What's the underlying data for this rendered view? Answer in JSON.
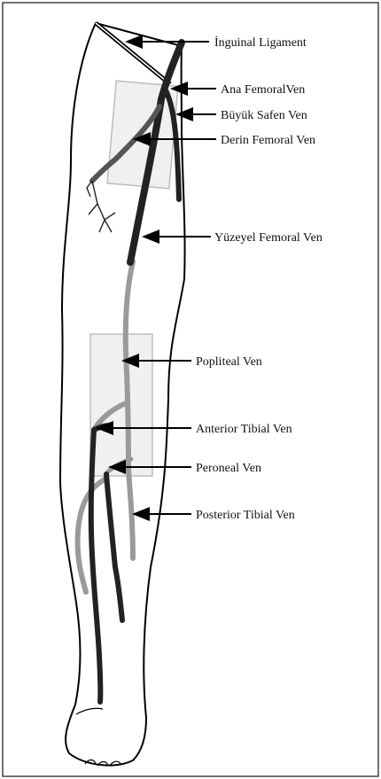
{
  "labels": {
    "inguinal": "İnguinal Ligament",
    "ana_femoral": "Ana FemoralVen",
    "buyuk_safen": "Büyük Safen Ven",
    "derin_femoral": "Derin Femoral Ven",
    "yuzeyel_femoral": "Yüzeyel Femoral Ven",
    "popliteal": "Popliteal Ven",
    "anterior_tibial": "Anterior Tibial Ven",
    "peroneal": "Peroneal Ven",
    "posterior_tibial": "Posterior Tibial Ven"
  },
  "colors": {
    "deep_vein": "#222222",
    "superficial_vein": "#9a9a9a",
    "outline": "#000000",
    "highlight_box": "#f0f0f0"
  }
}
